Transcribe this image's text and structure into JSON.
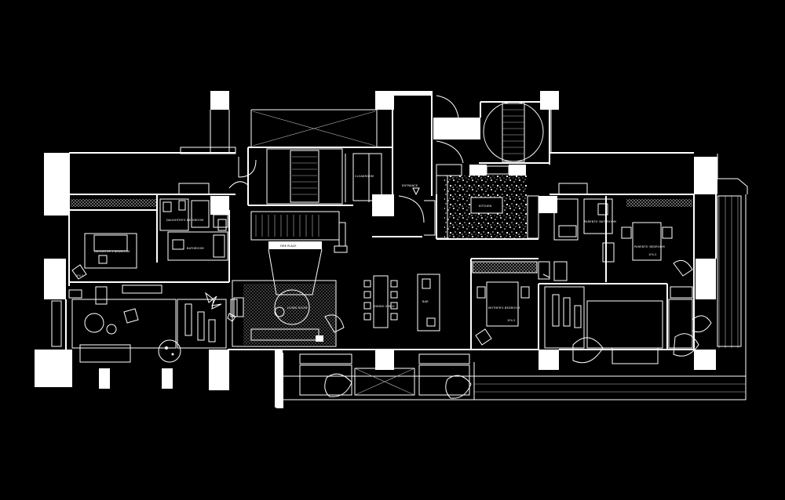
{
  "rooms": {
    "daughters_bedroom": "DAUGHTER'S BEDROOM",
    "daughters_bathroom": "DAUGHTER'S BATHROOM",
    "bathroom": "BATHROOM",
    "cloakroom": "CLOAKROOM",
    "entrance": "ENTRANCE",
    "kitchen": "KITCHEN",
    "parents_bathroom": "PARENTS' BATHROOM",
    "parents_bedroom": "PARENTS' BEDROOM",
    "mothers_bedroom": "MOTHER'S BEDROOM",
    "living_room": "LIVING ROOM",
    "dining_space": "DINING SPACE",
    "bar": "BAR",
    "fire_place": "FIRE PLACE"
  },
  "colors": {
    "background": "#000000",
    "line": "#ffffff"
  }
}
